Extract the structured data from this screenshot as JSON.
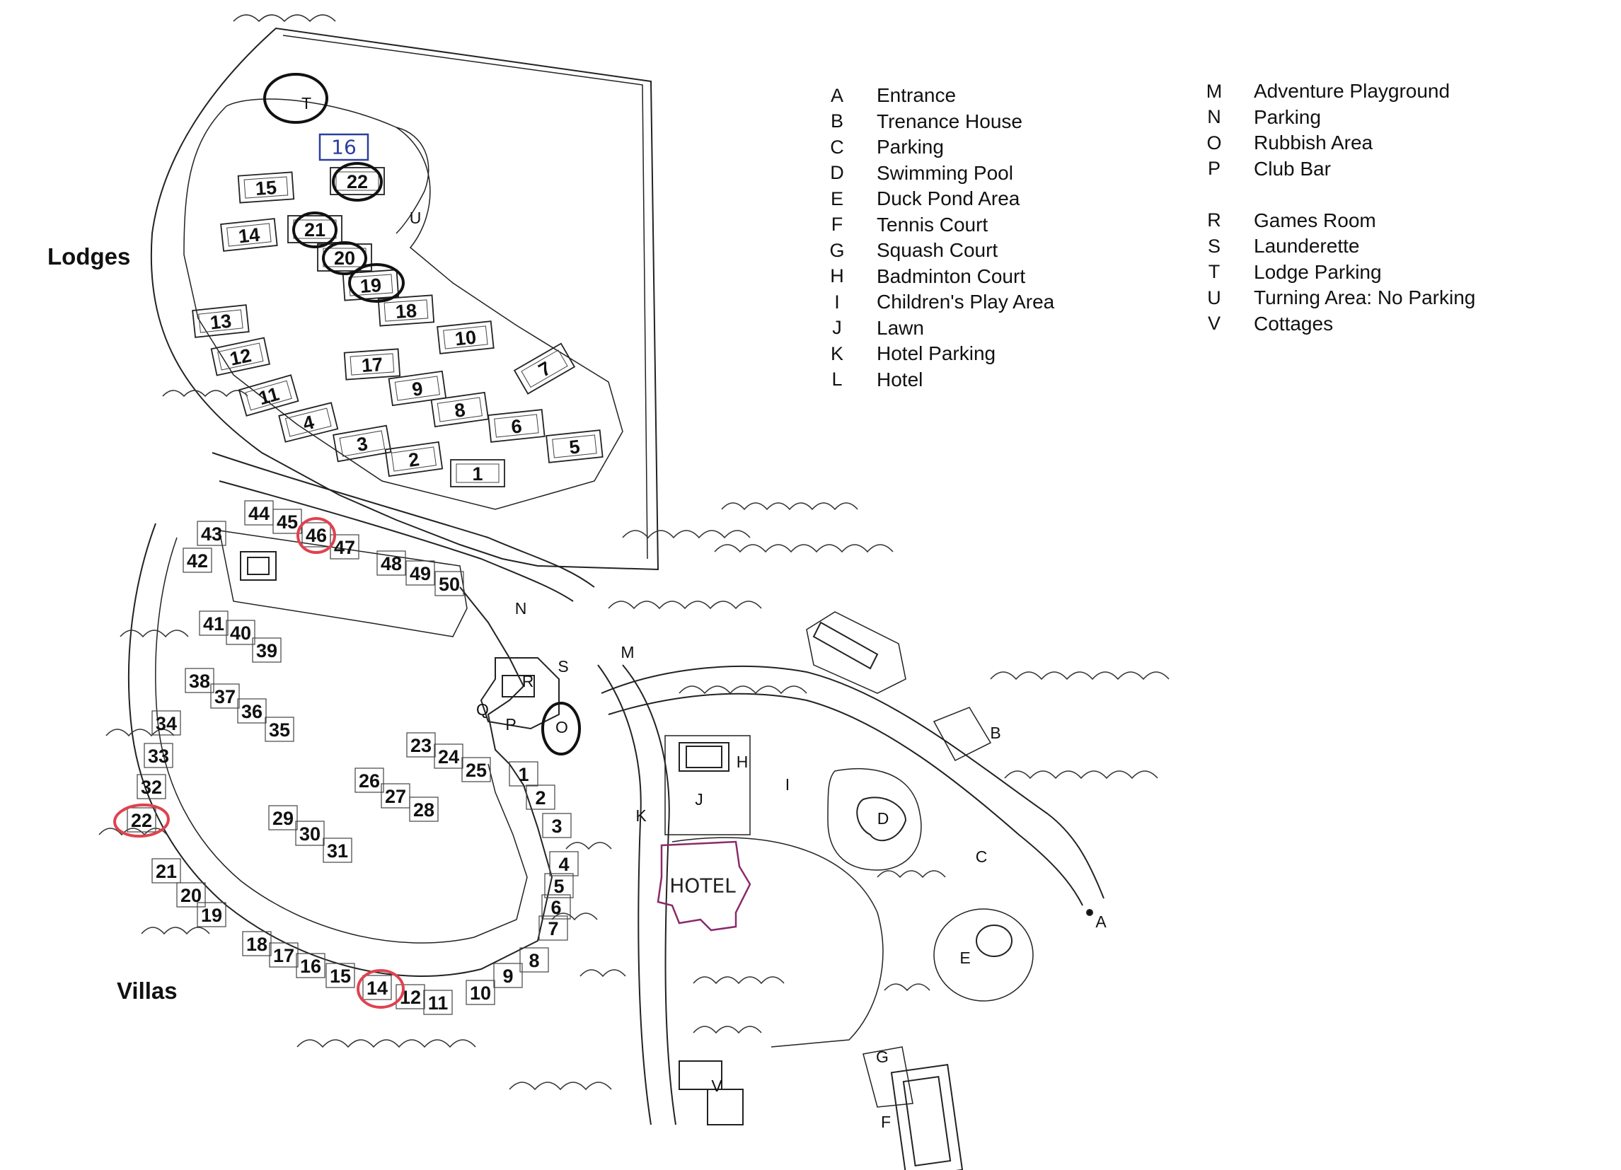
{
  "sections": {
    "lodges": "Lodges",
    "villas": "Villas"
  },
  "legend": {
    "left": [
      {
        "key": "A",
        "label": "Entrance"
      },
      {
        "key": "B",
        "label": "Trenance House"
      },
      {
        "key": "C",
        "label": "Parking"
      },
      {
        "key": "D",
        "label": "Swimming Pool"
      },
      {
        "key": "E",
        "label": "Duck Pond Area"
      },
      {
        "key": "F",
        "label": "Tennis Court"
      },
      {
        "key": "G",
        "label": "Squash Court"
      },
      {
        "key": "H",
        "label": "Badminton Court"
      },
      {
        "key": "I",
        "label": "Children's Play Area"
      },
      {
        "key": "J",
        "label": "Lawn"
      },
      {
        "key": "K",
        "label": "Hotel Parking"
      },
      {
        "key": "L",
        "label": "Hotel"
      }
    ],
    "right": [
      {
        "key": "M",
        "label": "Adventure Playground"
      },
      {
        "key": "N",
        "label": "Parking"
      },
      {
        "key": "O",
        "label": "Rubbish Area"
      },
      {
        "key": "P",
        "label": "Club Bar"
      },
      {
        "key": "",
        "label": ""
      },
      {
        "key": "R",
        "label": "Games Room"
      },
      {
        "key": "S",
        "label": "Launderette"
      },
      {
        "key": "T",
        "label": "Lodge Parking"
      },
      {
        "key": "U",
        "label": "Turning Area: No Parking"
      },
      {
        "key": "V",
        "label": "Cottages"
      }
    ]
  },
  "lodges": [
    "1",
    "2",
    "3",
    "4",
    "5",
    "6",
    "7",
    "8",
    "9",
    "10",
    "11",
    "12",
    "13",
    "14",
    "15",
    "17",
    "18",
    "19",
    "20",
    "21",
    "22"
  ],
  "villas": [
    "1",
    "2",
    "3",
    "4",
    "5",
    "6",
    "7",
    "8",
    "9",
    "10",
    "11",
    "12",
    "14",
    "15",
    "16",
    "17",
    "18",
    "19",
    "20",
    "21",
    "22",
    "23",
    "24",
    "25",
    "26",
    "27",
    "28",
    "29",
    "30",
    "31",
    "32",
    "33",
    "34",
    "35",
    "36",
    "37",
    "38",
    "39",
    "40",
    "41",
    "42",
    "43",
    "44",
    "45",
    "46",
    "47",
    "48",
    "49",
    "50"
  ],
  "area_letters": [
    "A",
    "B",
    "C",
    "D",
    "E",
    "F",
    "G",
    "H",
    "I",
    "J",
    "K",
    "M",
    "N",
    "O",
    "P",
    "Q",
    "R",
    "S",
    "T",
    "U",
    "V"
  ],
  "handwritten": {
    "hotel": "HOTEL",
    "lodge_note": "16"
  },
  "marker_colors": {
    "black": "#111111",
    "red": "#e0424f",
    "blue": "#2c3e9e",
    "hotel": "#8a2a6a"
  }
}
